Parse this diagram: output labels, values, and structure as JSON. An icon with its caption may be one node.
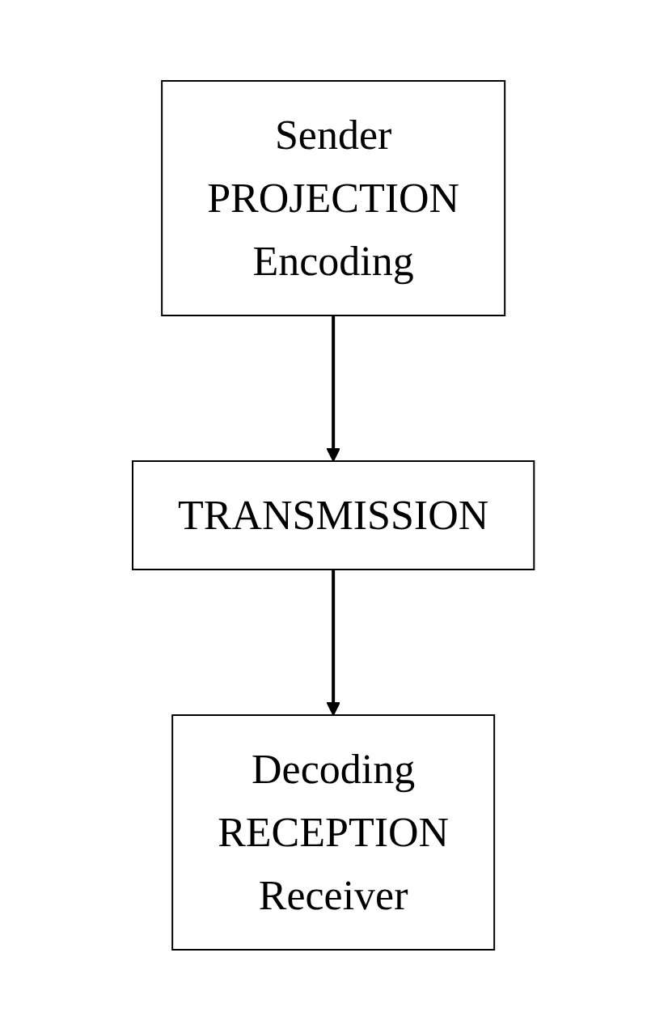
{
  "diagram": {
    "nodes": [
      {
        "text": [
          "Sender",
          "PROJECTION",
          "Encoding"
        ]
      },
      {
        "text": [
          "TRANSMISSION"
        ]
      },
      {
        "text": [
          "Decoding",
          "RECEPTION",
          "Receiver"
        ]
      }
    ],
    "edges": [
      {
        "from": 0,
        "to": 1,
        "arrow": "to"
      },
      {
        "from": 1,
        "to": 2,
        "arrow": "to"
      }
    ]
  }
}
